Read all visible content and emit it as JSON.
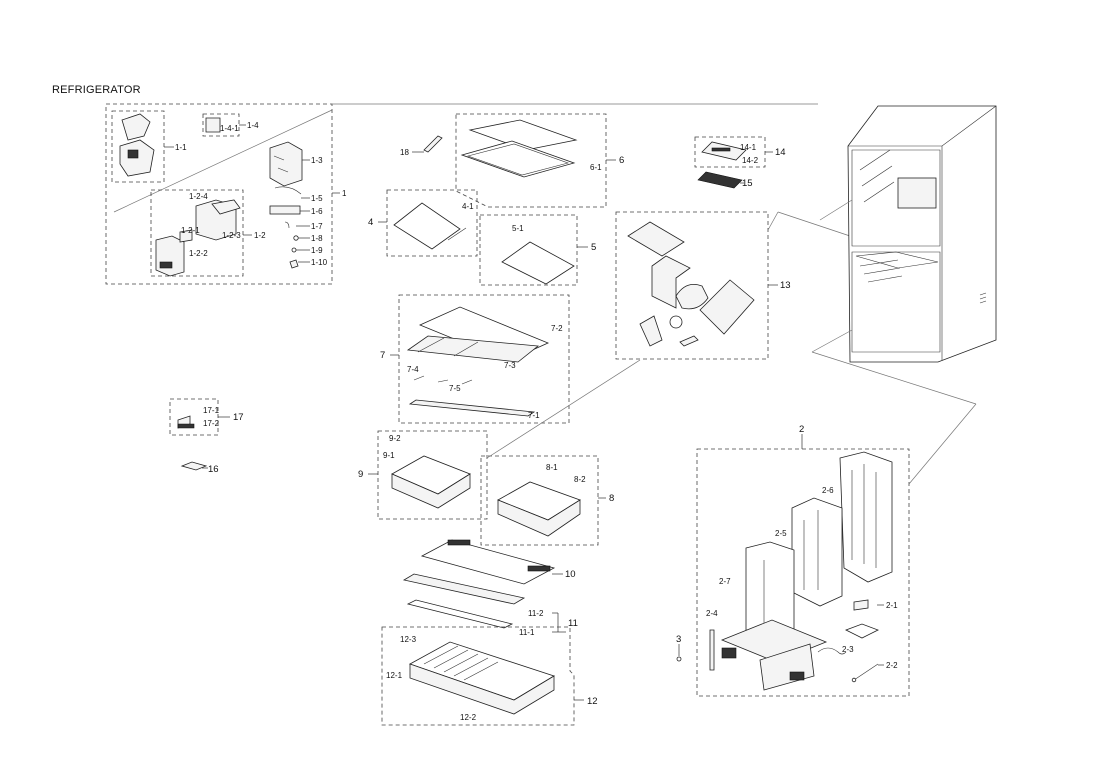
{
  "title": "REFRIGERATOR",
  "labels": {
    "l1": "1",
    "l1_1": "1-1",
    "l1_2": "1-2",
    "l1_2_1": "1-2-1",
    "l1_2_2": "1-2-2",
    "l1_2_3": "1-2-3",
    "l1_2_4": "1-2-4",
    "l1_3": "1-3",
    "l1_4": "1-4",
    "l1_4_1": "1-4-1",
    "l1_5": "1-5",
    "l1_6": "1-6",
    "l1_7": "1-7",
    "l1_8": "1-8",
    "l1_9": "1-9",
    "l1_10": "1-10",
    "l2": "2",
    "l2_1": "2-1",
    "l2_2": "2-2",
    "l2_3": "2-3",
    "l2_4": "2-4",
    "l2_5": "2-5",
    "l2_6": "2-6",
    "l2_7": "2-7",
    "l3": "3",
    "l4": "4",
    "l4_1": "4-1",
    "l5": "5",
    "l5_1": "5-1",
    "l6": "6",
    "l6_1": "6-1",
    "l7": "7",
    "l7_1": "7-1",
    "l7_2": "7-2",
    "l7_3": "7-3",
    "l7_4": "7-4",
    "l7_5": "7-5",
    "l8": "8",
    "l8_1": "8-1",
    "l8_2": "8-2",
    "l9": "9",
    "l9_1": "9-1",
    "l9_2": "9-2",
    "l10": "10",
    "l11": "11",
    "l11_1": "11-1",
    "l11_2": "11-2",
    "l12": "12",
    "l12_1": "12-1",
    "l12_2": "12-2",
    "l12_3": "12-3",
    "l13": "13",
    "l14": "14",
    "l14_1": "14-1",
    "l14_2": "14-2",
    "l15": "15",
    "l16": "16",
    "l17": "17",
    "l17_1": "17-1",
    "l17_2": "17-2",
    "l18": "18"
  }
}
